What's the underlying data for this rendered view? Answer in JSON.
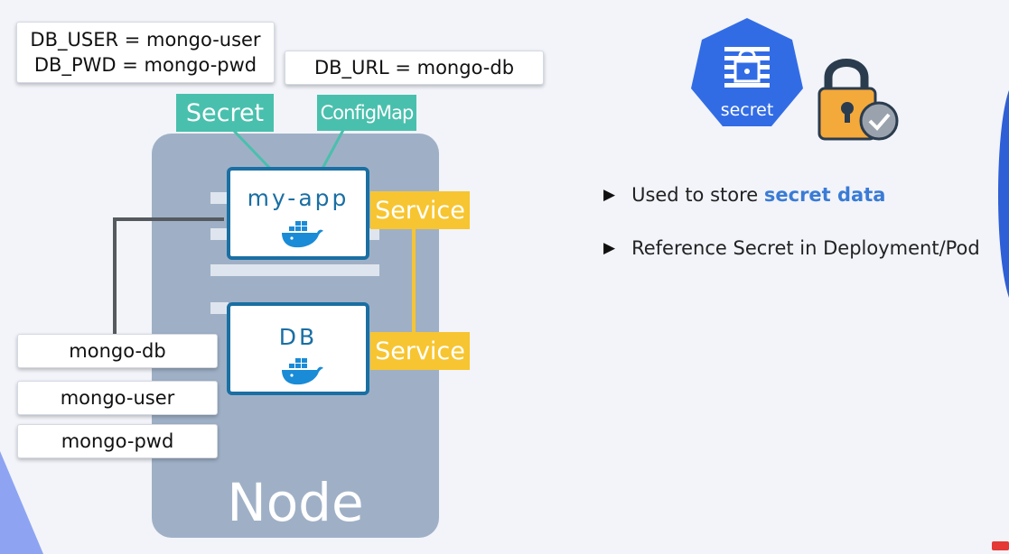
{
  "colors": {
    "secret_tag": "#49c0ad",
    "service_tag": "#f7c531",
    "node": "#9fb0c6",
    "pod_border": "#1a6fa3",
    "accent": "#3a7bd5",
    "k8s_blue": "#326ce5",
    "lock_body": "#f4a93b"
  },
  "env_note": {
    "line1": "DB_USER = mongo-user",
    "line2": "DB_PWD = mongo-pwd"
  },
  "configmap_note": {
    "text": "DB_URL = mongo-db"
  },
  "tags": {
    "secret": "Secret",
    "configmap": "ConfigMap"
  },
  "node": {
    "label": "Node"
  },
  "pods": {
    "app": "my-app",
    "db": "DB"
  },
  "services": {
    "app": "Service",
    "db": "Service"
  },
  "values": [
    "mongo-db",
    "mongo-user",
    "mongo-pwd"
  ],
  "icons": {
    "secret_badge": "secret",
    "docker": "docker-whale-icon",
    "lock": "padlock-icon",
    "check": "checkmark-icon"
  },
  "bullets": [
    {
      "prefix": "Used to store ",
      "highlight": "secret data"
    },
    {
      "prefix": "Reference Secret in Deployment/Pod",
      "highlight": ""
    }
  ]
}
